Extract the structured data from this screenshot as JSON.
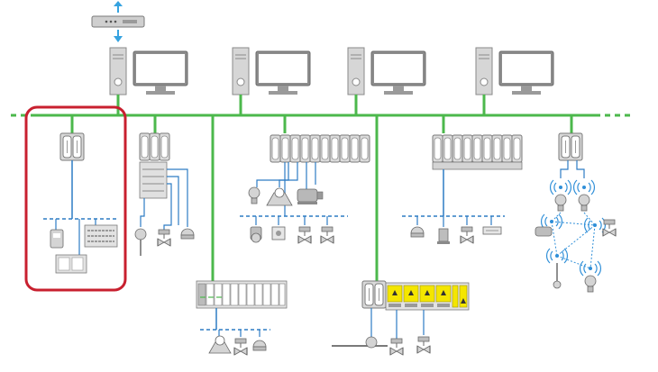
{
  "colors": {
    "ethernet_bus": "#4cb84c",
    "fieldbus": "#2d7cc4",
    "highlight": "#c8202f",
    "wireless": "#2f8fd8",
    "device_fill": "#d4d4d4",
    "device_stroke": "#7a7a7a",
    "io_module_yellow": "#f4e600",
    "arrow": "#36a3e0",
    "background": "#ffffff"
  },
  "network": {
    "gateway": {
      "icon": "network-router-icon",
      "uplink_arrows": "bidirectional"
    },
    "workstations": [
      {
        "icon": "desktop-computer-icon"
      },
      {
        "icon": "desktop-computer-icon"
      },
      {
        "icon": "desktop-computer-icon"
      },
      {
        "icon": "desktop-computer-icon"
      }
    ],
    "plant_bus": {
      "style": "solid",
      "ends": "dashed"
    },
    "highlighted_segment": {
      "icon": "remote-io-highlight"
    }
  },
  "segments": [
    {
      "id": "remote-io",
      "devices": [
        "controller-icon",
        "drive-icon",
        "io-panel-icon",
        "terminal-icon"
      ]
    },
    {
      "id": "controller-io",
      "devices": [
        "controller-icon",
        "io-cabinet-icon",
        "level-sensor-icon",
        "valve-icon",
        "pressure-sensor-icon"
      ]
    },
    {
      "id": "io-rack",
      "devices": [
        "io-module-rack-icon",
        "gauge-icon",
        "valve-icon",
        "pressure-sensor-icon"
      ]
    },
    {
      "id": "multi-controller",
      "devices": [
        "controller-rack-icon",
        "camera-icon",
        "gauge-icon",
        "motor-icon",
        "camera-icon",
        "display-icon",
        "valve-icon",
        "valve-icon"
      ]
    },
    {
      "id": "hazardous-area",
      "devices": [
        "controller-icon",
        "ex-io-module-icon",
        "flowmeter-icon",
        "valve-icon",
        "valve-icon"
      ]
    },
    {
      "id": "field-devices",
      "devices": [
        "controller-rack-icon",
        "pressure-sensor-icon",
        "transmitter-icon",
        "valve-icon",
        "display-icon"
      ]
    },
    {
      "id": "wireless",
      "devices": [
        "controller-icon",
        "wireless-gateway-icon",
        "wireless-gateway-icon",
        "wireless-sensor-icon",
        "wireless-sensor-icon"
      ]
    }
  ]
}
